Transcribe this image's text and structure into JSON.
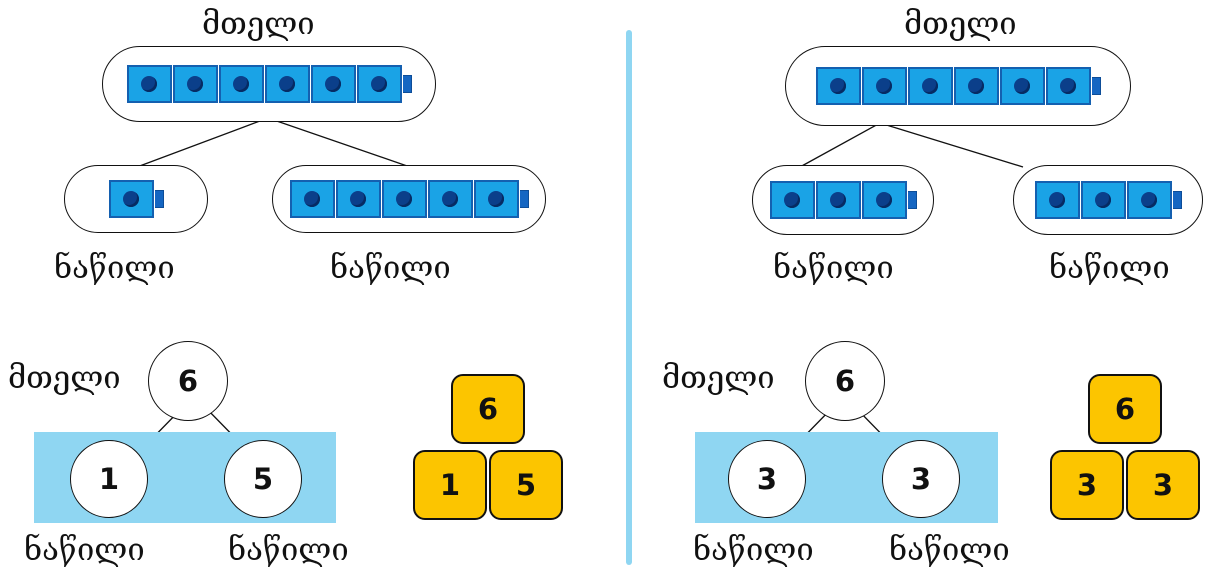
{
  "whole_label": "მთელი",
  "part_label": "ნაწილი",
  "panels": [
    {
      "whole_cubes": 6,
      "part_cubes": [
        1,
        5
      ],
      "whole_value": "6",
      "part_values": [
        "1",
        "5"
      ],
      "blocks": {
        "top": "6",
        "left": "1",
        "right": "5"
      }
    },
    {
      "whole_cubes": 6,
      "part_cubes": [
        3,
        3
      ],
      "whole_value": "6",
      "part_values": [
        "3",
        "3"
      ],
      "blocks": {
        "top": "6",
        "left": "3",
        "right": "3"
      }
    }
  ],
  "colors": {
    "cube_blue": "#1aa3e6",
    "band_blue": "#8fd6f2",
    "block_yellow": "#fcc500"
  }
}
